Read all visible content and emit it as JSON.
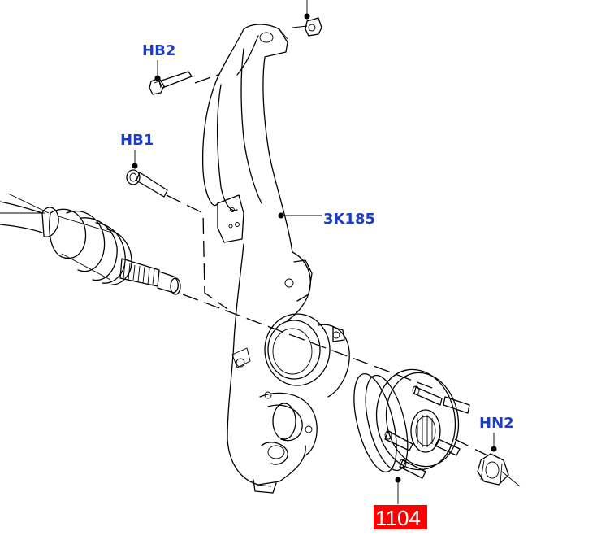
{
  "colors": {
    "callout_text": "#1a3cc8",
    "highlight_bg": "#ff0000",
    "highlight_text": "#ffffff",
    "line": "#000000"
  },
  "callouts": [
    {
      "id": "hb2",
      "label": "HB2"
    },
    {
      "id": "hb1",
      "label": "HB1"
    },
    {
      "id": "knuckle",
      "label": "3K185"
    },
    {
      "id": "hn2",
      "label": "HN2"
    }
  ],
  "highlight_callout": {
    "id": "hub",
    "label": "1104"
  }
}
